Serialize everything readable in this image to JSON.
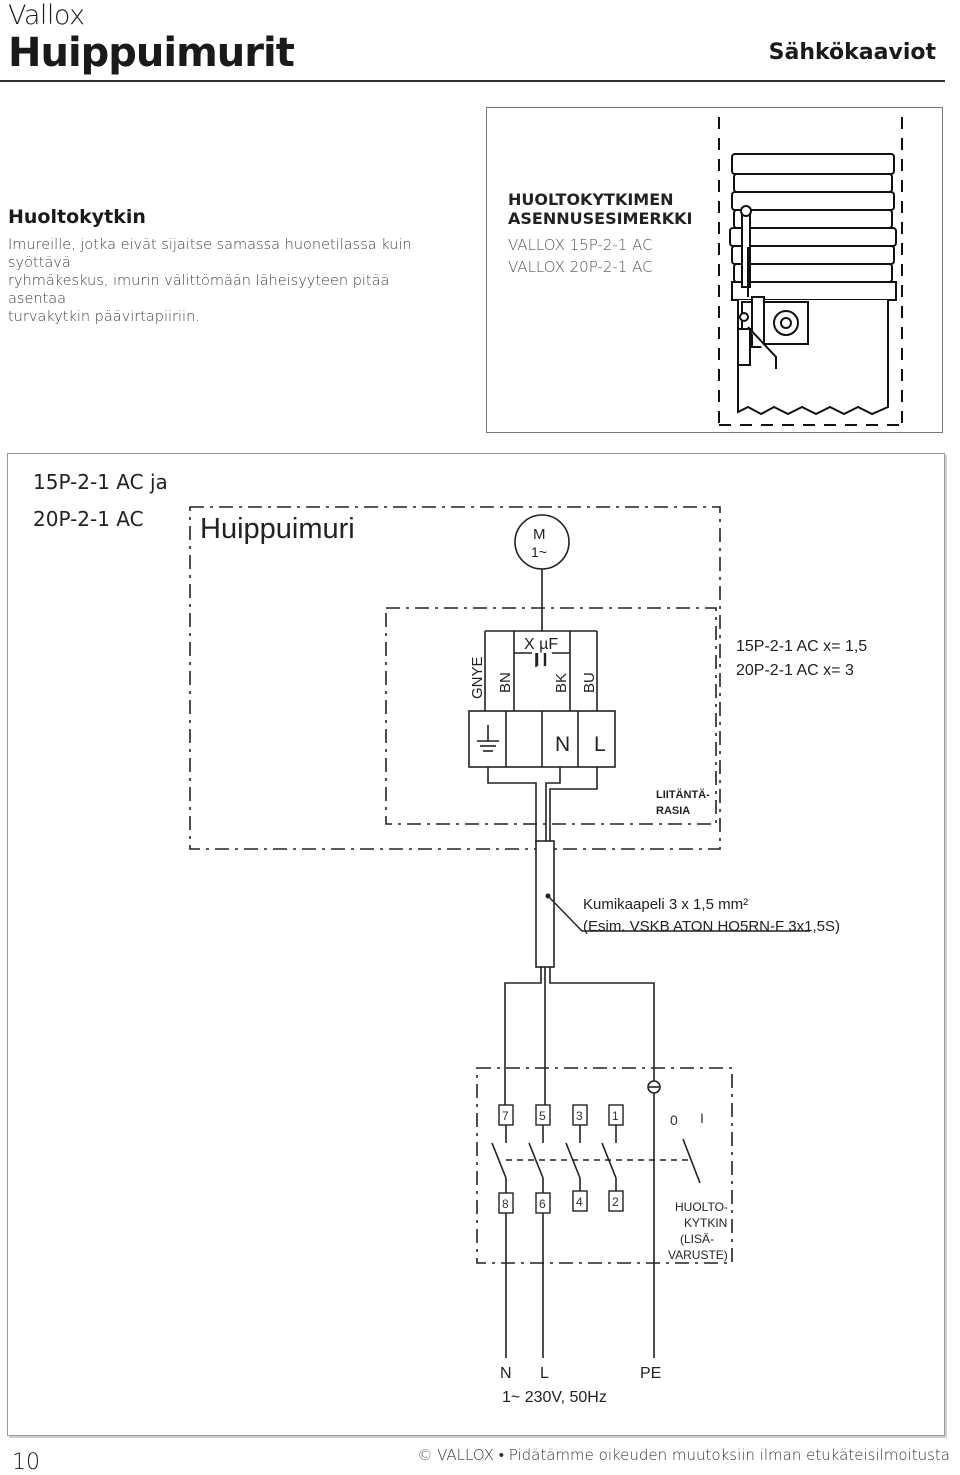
{
  "header": {
    "brand": "Vallox",
    "title": "Huippuimurit",
    "section": "Sähkökaaviot"
  },
  "intro": {
    "heading": "Huoltokytkin",
    "line1": "Imureille, jotka eivät sijaitse samassa huonetilassa kuin syöttävä",
    "line2": "ryhmäkeskus, imurin välittömään läheisyyteen pitää asentaa",
    "line3": "turvakytkin päävirtapiiriin."
  },
  "example": {
    "title_line1": "HUOLTOKYTKIMEN",
    "title_line2": "ASENNUSESIMERKKI",
    "model1": "VALLOX 15P-2-1 AC",
    "model2": "VALLOX 20P-2-1 AC"
  },
  "diagram": {
    "model_line1": "15P-2-1 AC ja",
    "model_line2": "20P-2-1 AC",
    "fan_box_label": "Huippuimuri",
    "motor_line1": "M",
    "motor_line2": "1~",
    "capacitor_label": "X µF",
    "wires": [
      "GNYE",
      "BN",
      "BK",
      "BU"
    ],
    "terminals": [
      "N",
      "L"
    ],
    "capacitor_note1": "15P-2-1 AC x= 1,5",
    "capacitor_note2": "20P-2-1 AC x= 3",
    "junction_box1": "LIITÄNTÄ-",
    "junction_box2": "RASIA",
    "cable1": "Kumikaapeli 3 x 1,5 mm²",
    "cable2": "(Esim. VSKB ATON HO5RN-F 3x1,5S)",
    "switch_top_terminals": [
      "7",
      "5",
      "3",
      "1"
    ],
    "switch_bottom_terminals": [
      "8",
      "6",
      "4",
      "2"
    ],
    "switch_positions": [
      "0",
      "I"
    ],
    "switch_label1": "HUOLTO-",
    "switch_label2": "KYTKIN",
    "switch_label3": "(LISÄ-",
    "switch_label4": "VARUSTE)",
    "supply_labels": [
      "N",
      "L",
      "PE"
    ],
    "supply": "1~ 230V, 50Hz"
  },
  "footer": {
    "page": "10",
    "copyright": "© VALLOX • Pidätämme oikeuden muutoksiin ilman etukäteisilmoitusta"
  }
}
